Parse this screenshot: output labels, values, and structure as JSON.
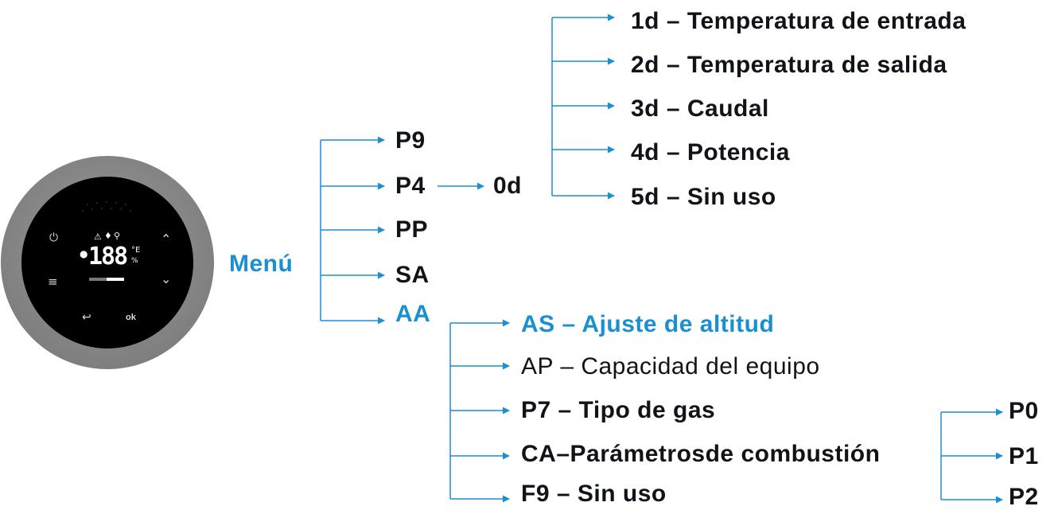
{
  "device": {
    "display": "188",
    "ok_label": "ok",
    "icons": [
      "power-icon",
      "menu-icon",
      "back-icon",
      "up-arrow-icon",
      "down-arrow-icon",
      "warning-icon",
      "flame-icon",
      "tap-icon",
      "degree-celsius-icon",
      "percent-icon",
      "bar-level-icon"
    ]
  },
  "menu": {
    "label": "Menú"
  },
  "level1": [
    {
      "code": "P9"
    },
    {
      "code": "P4"
    },
    {
      "code": "PP"
    },
    {
      "code": "SA"
    },
    {
      "code": "AA"
    }
  ],
  "p4_child": {
    "code": "0d"
  },
  "od_children": [
    "1d – Temperatura de entrada",
    "2d – Temperatura de salida",
    "3d – Caudal",
    "4d – Potencia",
    "5d – Sin uso"
  ],
  "aa_children": [
    "AS – Ajuste de altitud",
    "AP – Capacidad del equipo",
    "P7 – Tipo de gas",
    "CA–Parámetrosde combustión",
    "F9 – Sin uso"
  ],
  "ca_children": [
    "P0",
    "P1",
    "P2"
  ],
  "colors": {
    "accent": "#1a8fd2",
    "text": "#101318",
    "ring": "#8c8c8c",
    "face": "#000000"
  }
}
